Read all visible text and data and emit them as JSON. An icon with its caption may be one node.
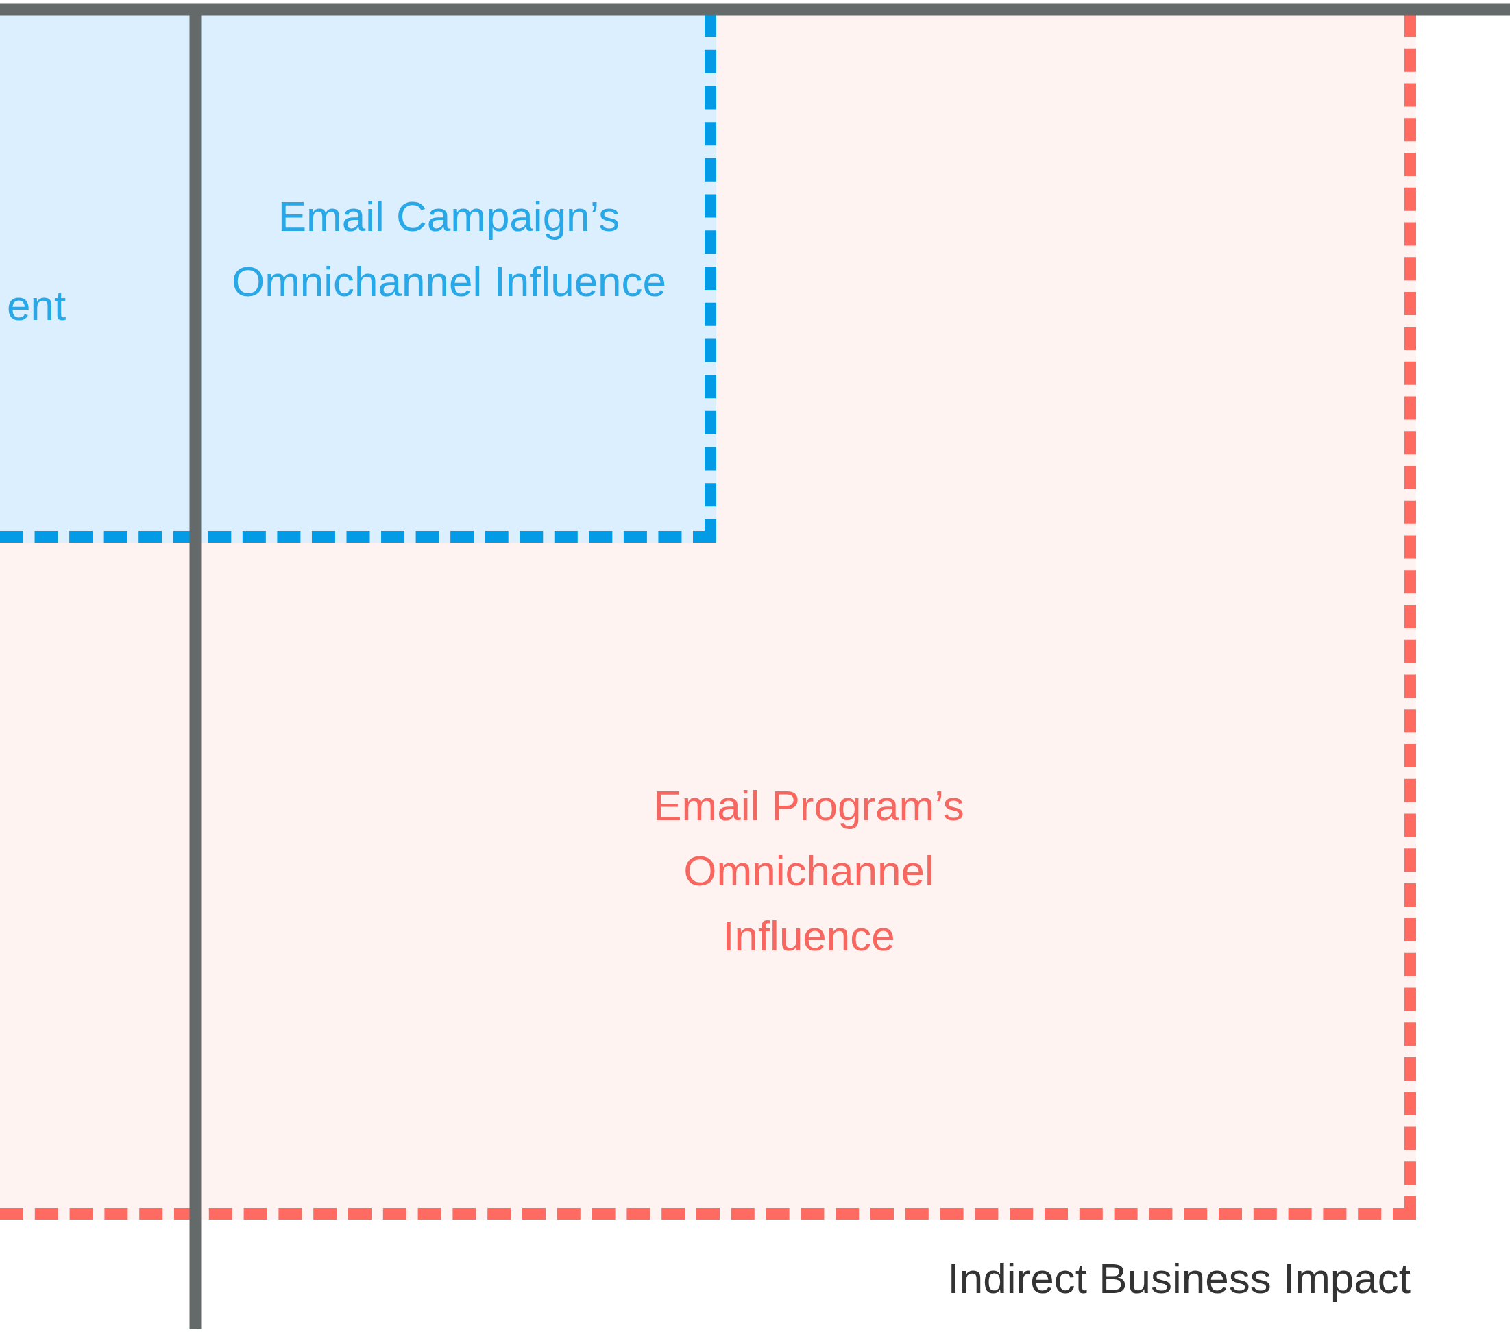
{
  "diagram": {
    "nodes": [
      {
        "text": [
          "Email Program’s Omnichannel Influence"
        ]
      },
      {
        "text": [
          "Email Campaign’s Omnichannel Influence"
        ],
        "in": 0
      }
    ],
    "labels": [
      "ent",
      "Indirect Business Impact"
    ]
  }
}
